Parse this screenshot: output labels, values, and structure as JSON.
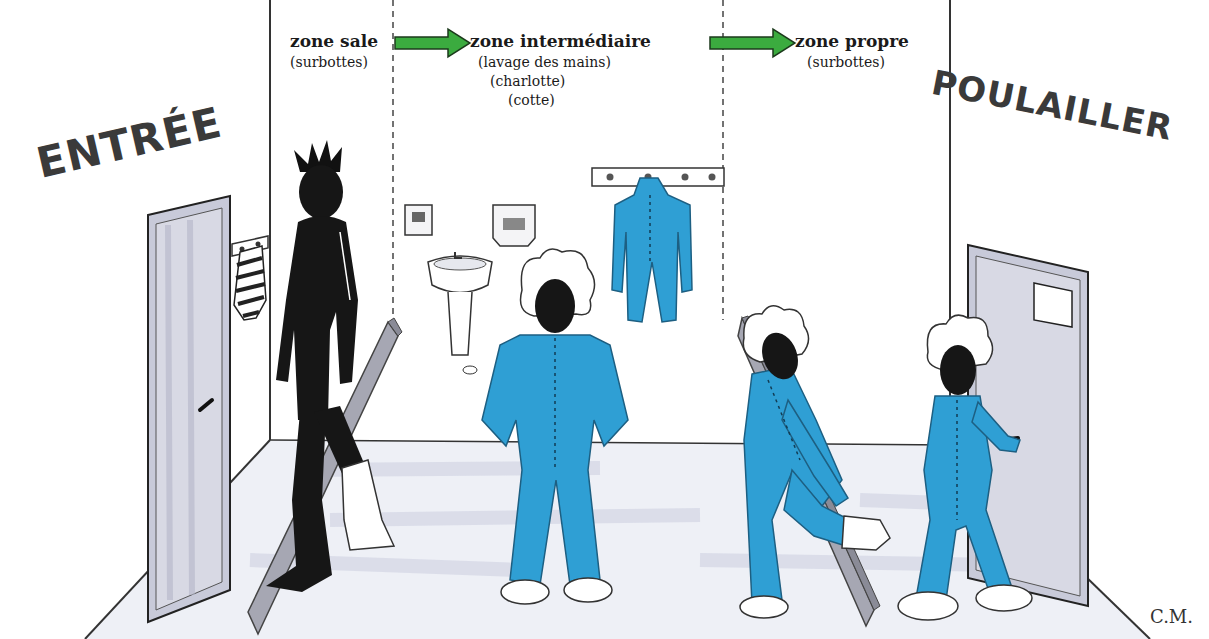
{
  "diagram": {
    "nodes": [
      {
        "text": [
          "zone sale",
          "(surbottes)"
        ]
      },
      {
        "text": [
          "zone intermédiaire",
          "(lavage des mains)",
          "(charlotte)",
          "(cotte)"
        ]
      },
      {
        "text": [
          "zone propre",
          "(surbottes)"
        ]
      }
    ],
    "edges": [
      {
        "from": 0,
        "to": 1,
        "arrow": "to"
      },
      {
        "from": 1,
        "to": 2,
        "arrow": "to"
      }
    ],
    "labels": [
      "ENTRÉE",
      "POULAILLER",
      "C.M."
    ]
  }
}
